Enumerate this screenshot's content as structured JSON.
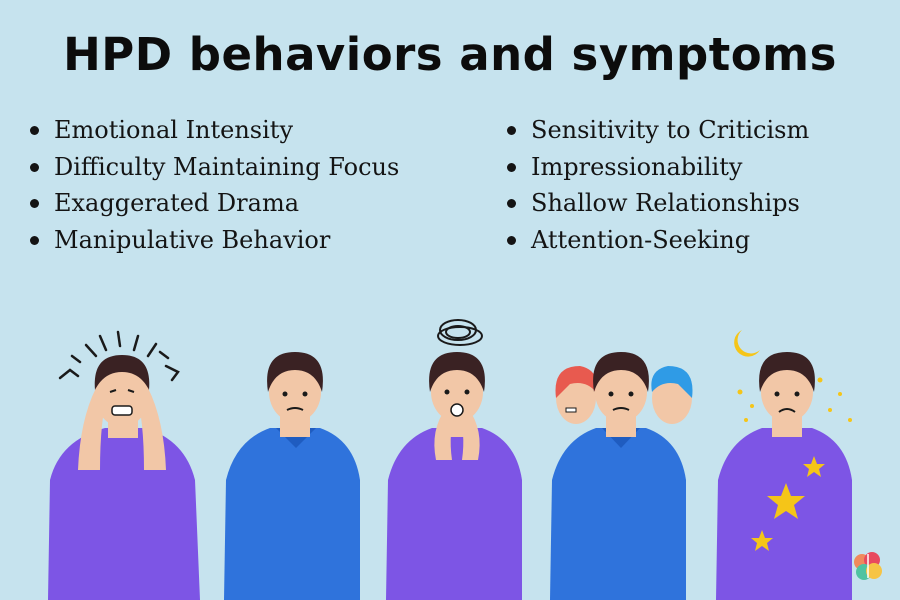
{
  "title": "HPD behaviors and symptoms",
  "left_list": [
    "Emotional Intensity",
    "Difficulty Maintaining Focus",
    "Exaggerated Drama",
    "Manipulative Behavior"
  ],
  "right_list": [
    "Sensitivity to Criticism",
    "Impressionability",
    "Shallow Relationships",
    "Attention-Seeking"
  ],
  "colors": {
    "background": "#c6e3ee",
    "purple_shirt": "#7d55e5",
    "blue_shirt": "#2f73dc",
    "hair": "#3a2223",
    "skin": "#f2c7a7"
  },
  "illustrations": [
    "stressed-person-icon",
    "worried-person-icon",
    "anxious-person-icon",
    "conflicted-person-icon",
    "sad-person-icon"
  ]
}
